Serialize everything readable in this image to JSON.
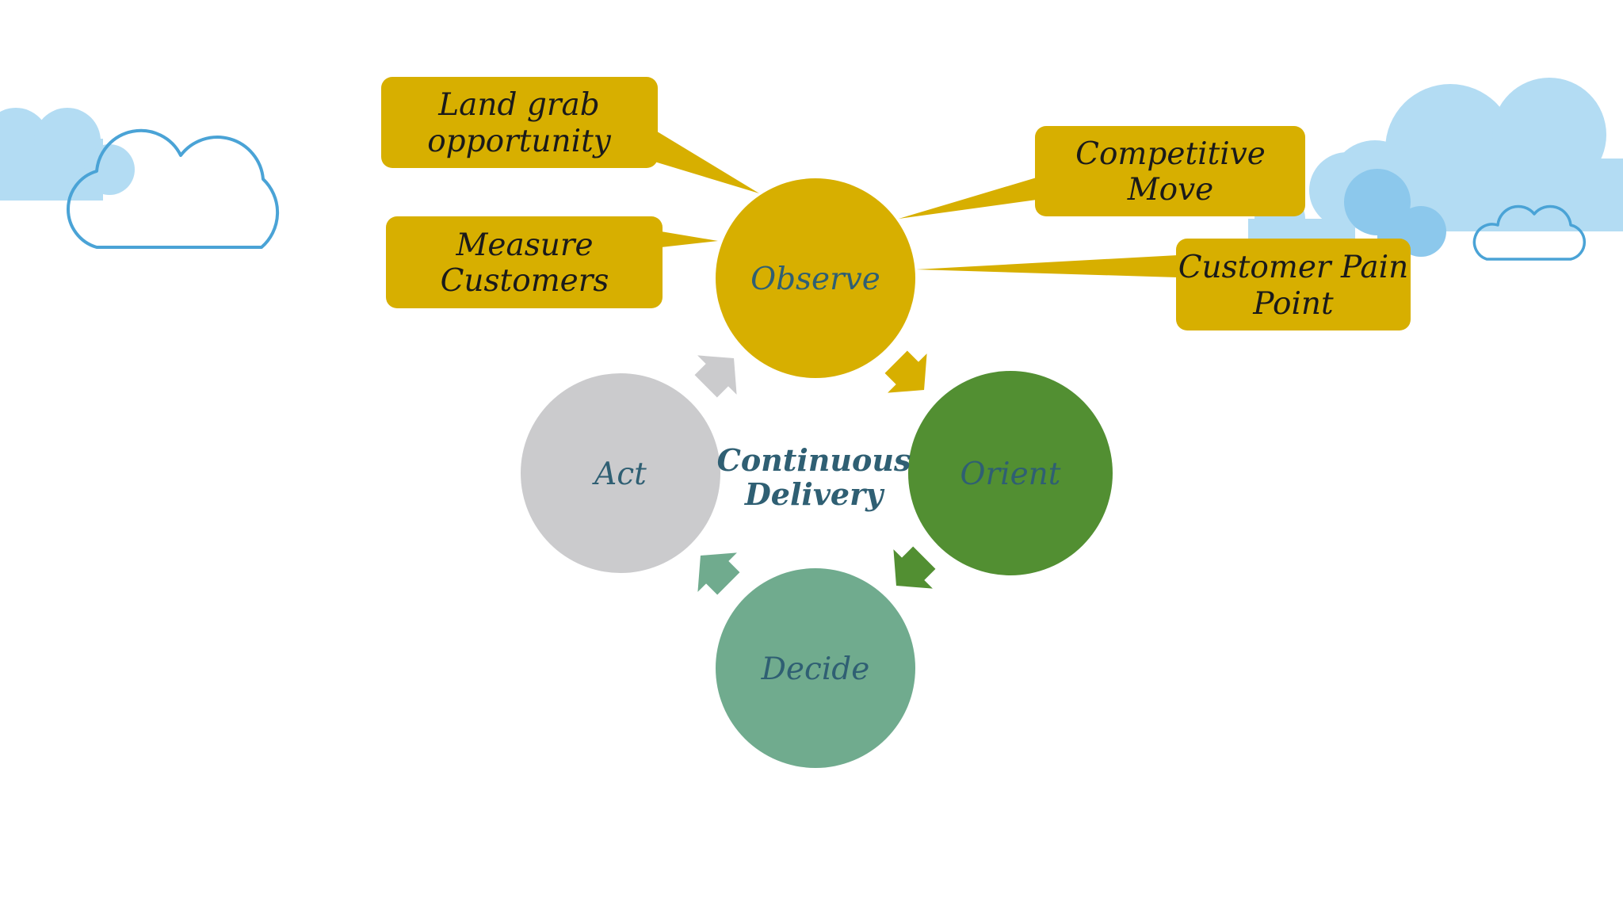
{
  "diagram": {
    "center_label": [
      "Continuous",
      "Delivery"
    ],
    "stages": [
      {
        "id": "observe",
        "label": "Observe",
        "color": "#d7af00"
      },
      {
        "id": "orient",
        "label": "Orient",
        "color": "#528f32"
      },
      {
        "id": "decide",
        "label": "Decide",
        "color": "#70ab8e"
      },
      {
        "id": "act",
        "label": "Act",
        "color": "#cbcbcd"
      }
    ],
    "callouts": [
      {
        "id": "land-grab",
        "lines": [
          "Land grab",
          "opportunity"
        ]
      },
      {
        "id": "measure-customers",
        "lines": [
          "Measure",
          "Customers"
        ]
      },
      {
        "id": "competitive-move",
        "lines": [
          "Competitive",
          "Move"
        ]
      },
      {
        "id": "customer-pain-point",
        "lines": [
          "Customer Pain",
          "Point"
        ]
      }
    ],
    "colors": {
      "callout_fill": "#d7af00",
      "label_text": "#2f5f73",
      "callout_text": "#1a1a1a",
      "cloud_fill": "#b3dcf3",
      "cloud_fill_dark": "#8cc8ec",
      "cloud_outline": "#4aa3d6"
    }
  }
}
